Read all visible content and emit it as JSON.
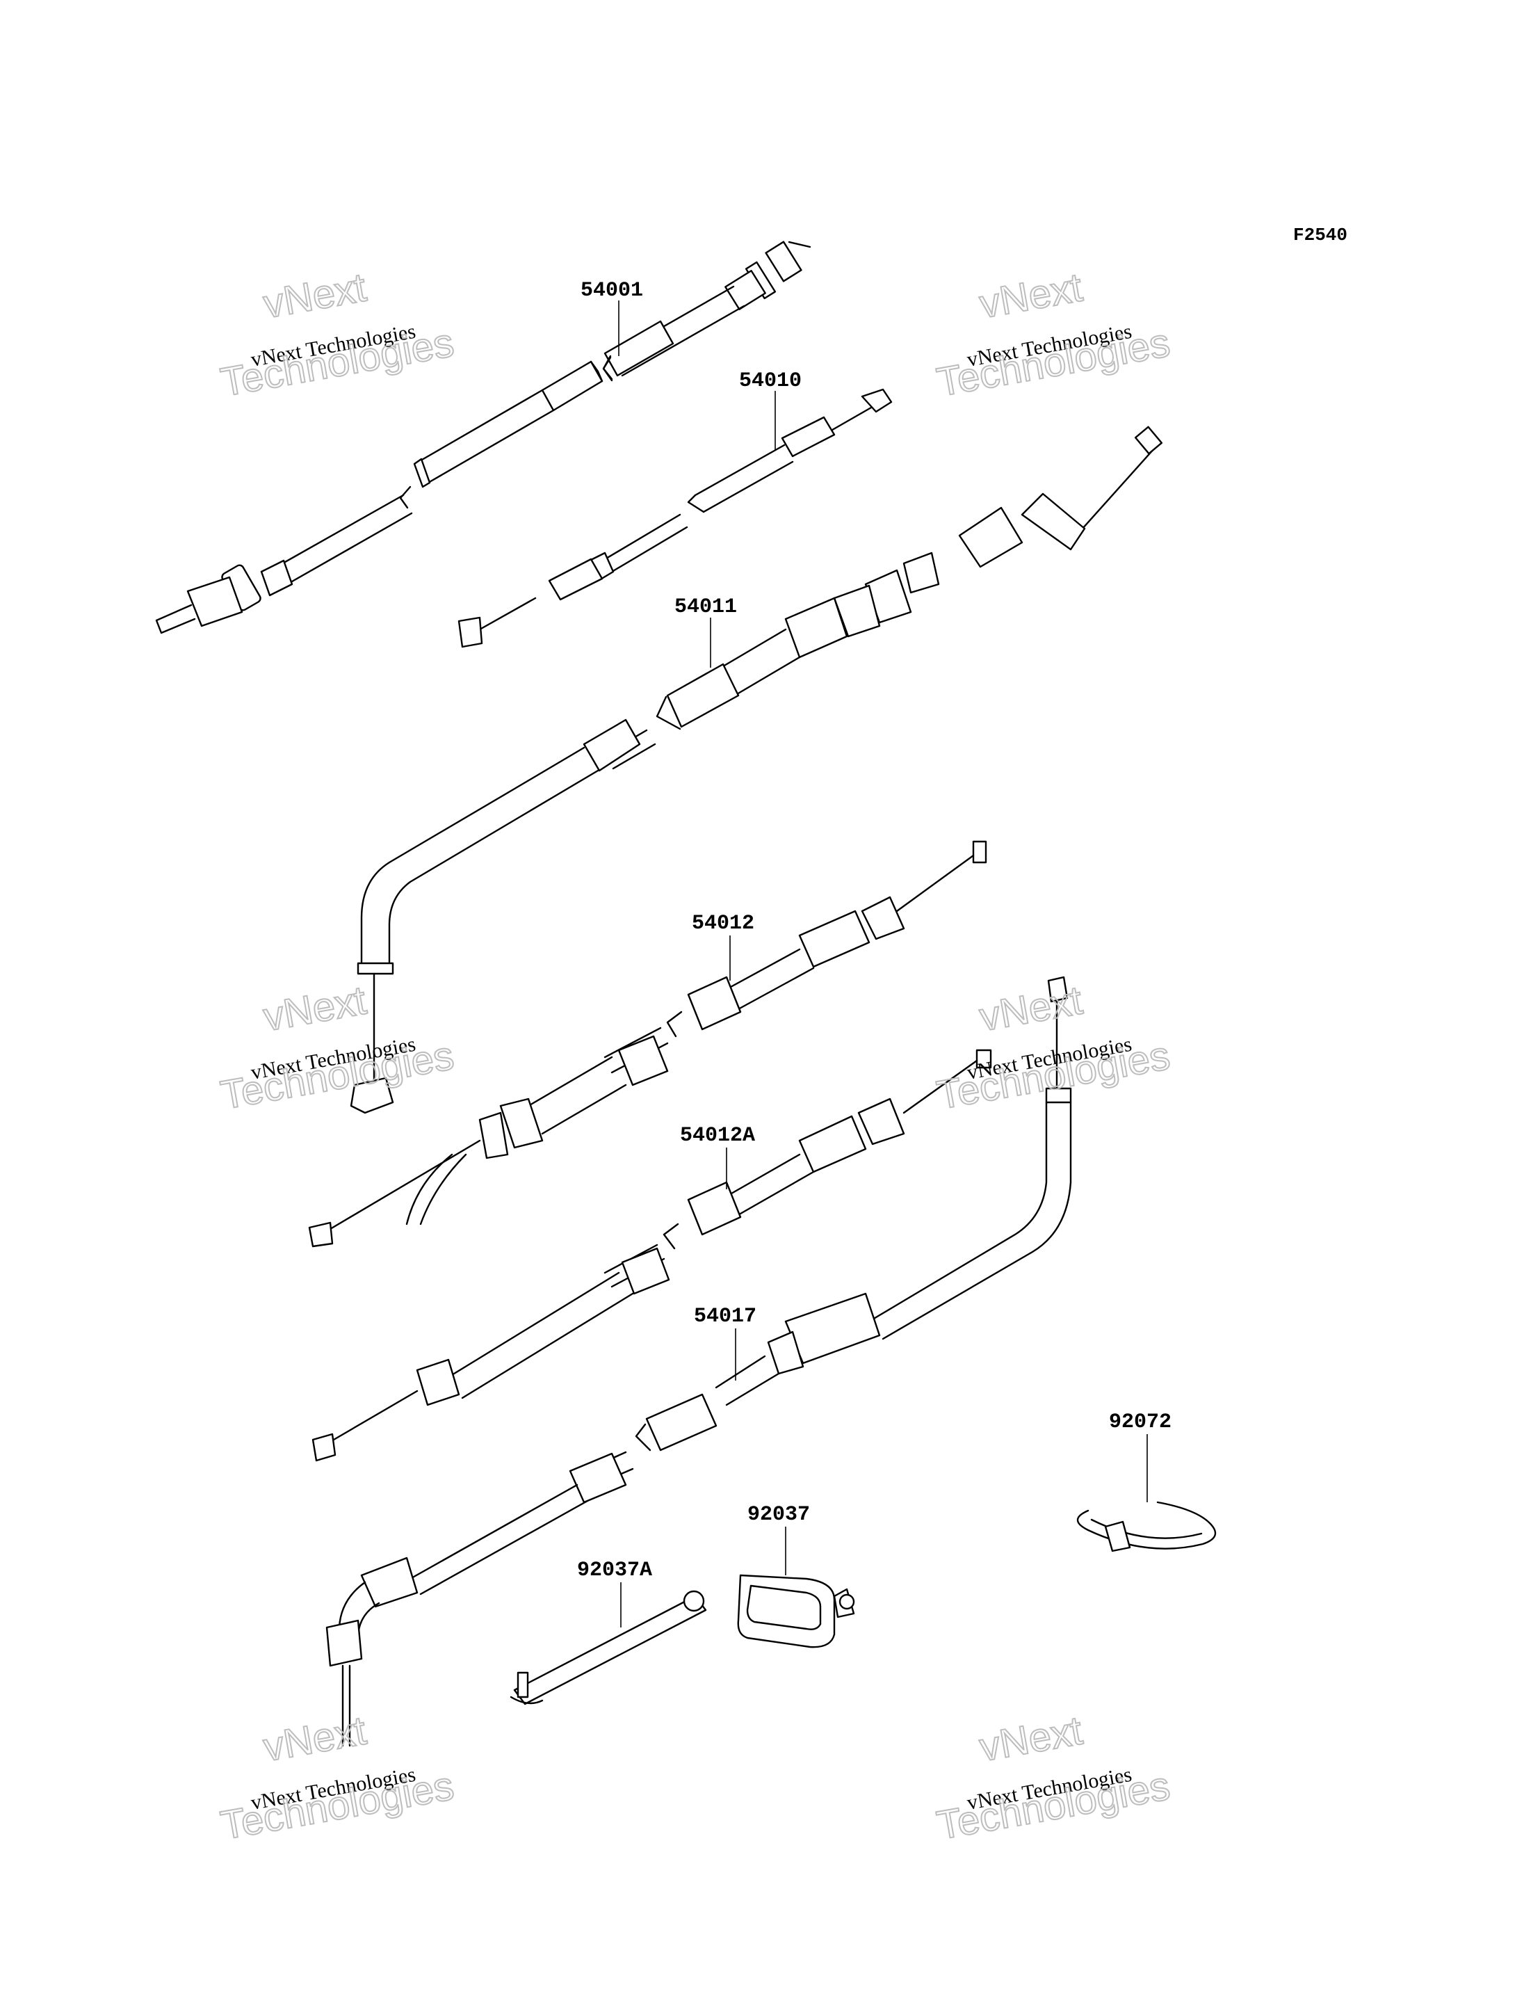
{
  "diagram": {
    "code": "F2540",
    "parts": [
      {
        "id": "part-54001",
        "label": "54001"
      },
      {
        "id": "part-54010",
        "label": "54010"
      },
      {
        "id": "part-54011",
        "label": "54011"
      },
      {
        "id": "part-54012",
        "label": "54012"
      },
      {
        "id": "part-54012A",
        "label": "54012A"
      },
      {
        "id": "part-54017",
        "label": "54017"
      },
      {
        "id": "part-92072",
        "label": "92072"
      },
      {
        "id": "part-92037",
        "label": "92037"
      },
      {
        "id": "part-92037A",
        "label": "92037A"
      }
    ]
  },
  "watermark": {
    "line1": "vNext",
    "line2": "vNext Technologies",
    "line3": "Technologies"
  }
}
